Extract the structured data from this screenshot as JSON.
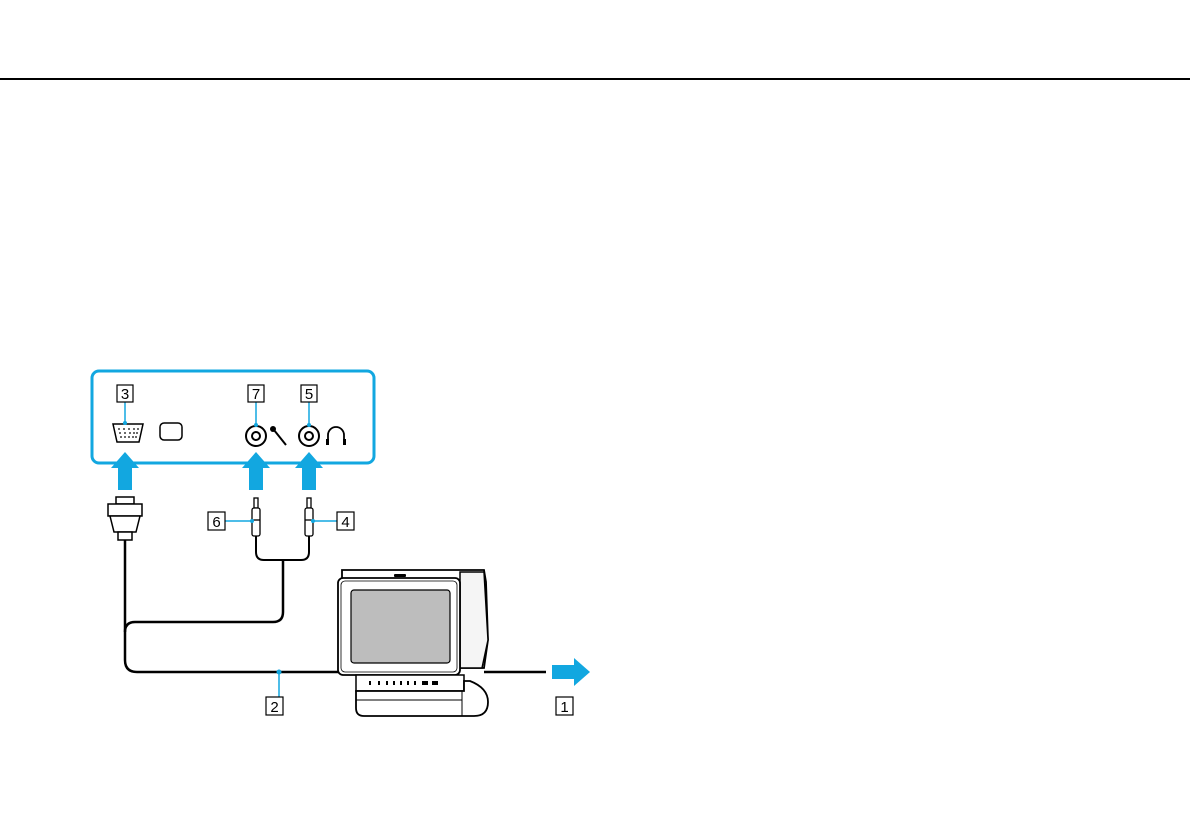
{
  "diagram": {
    "callouts": {
      "c1": "1",
      "c2": "2",
      "c3": "3",
      "c4": "4",
      "c5": "5",
      "c6": "6",
      "c7": "7"
    },
    "icons": {
      "monitor_port": "monitor-port-icon",
      "microphone": "microphone-icon",
      "headphones": "headphones-icon"
    },
    "colors": {
      "accent": "#12a7e0",
      "line": "#000000",
      "screen": "#bdbdbd"
    }
  }
}
